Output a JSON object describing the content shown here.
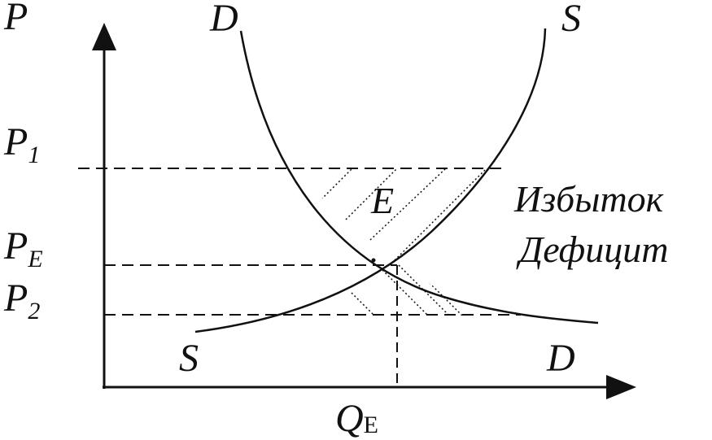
{
  "labels": {
    "p_axis": "P",
    "p1": "P",
    "p1_sub": "1",
    "pe": "P",
    "pe_sub": "E",
    "p2": "P",
    "p2_sub": "2",
    "qe": "Q",
    "qe_sub": "E",
    "demand_top": "D",
    "demand_bottom": "D",
    "supply_top": "S",
    "supply_bottom": "S",
    "equilibrium": "E",
    "surplus": "Избыток",
    "deficit": "Дефицит"
  },
  "colors": {
    "ink": "#111111",
    "background": "#ffffff"
  }
}
